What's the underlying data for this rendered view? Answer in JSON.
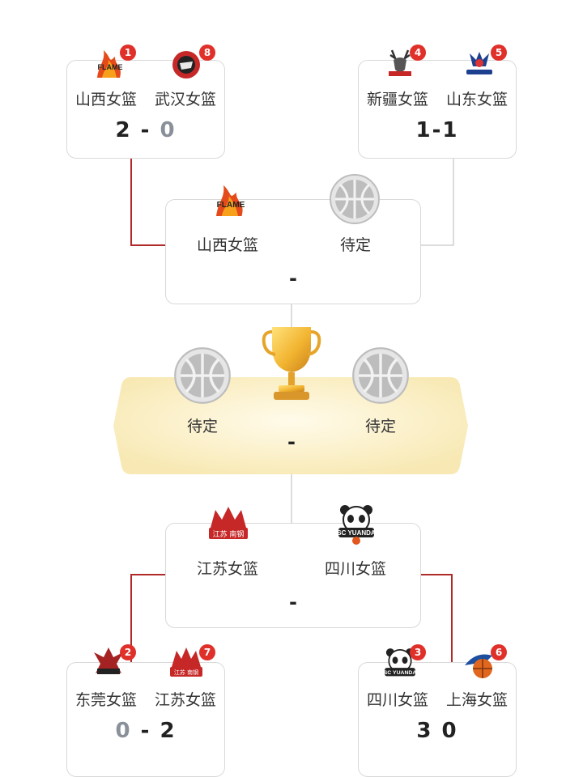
{
  "colors": {
    "accent_red": "#b02a2a",
    "badge_red": "#e0302a",
    "gold": "#f2b431",
    "banner": "#fbf0c8"
  },
  "top_left": {
    "team1": "山西女篮",
    "seed1": "1",
    "team2": "武汉女篮",
    "seed2": "8",
    "score1": "2",
    "sep": "-",
    "score2": "0"
  },
  "top_right": {
    "team1": "新疆女篮",
    "seed1": "4",
    "team2": "山东女篮",
    "seed2": "5",
    "score": "1-1"
  },
  "semi_top": {
    "team1": "山西女篮",
    "team2": "待定",
    "score": "-"
  },
  "final": {
    "team1": "待定",
    "team2": "待定",
    "score": "-"
  },
  "semi_bottom": {
    "team1": "江苏女篮",
    "team2": "四川女篮",
    "score": "-"
  },
  "bottom_left": {
    "team1": "东莞女篮",
    "seed1": "2",
    "team2": "江苏女篮",
    "seed2": "7",
    "score1": "0",
    "sep": "-",
    "score2": "2"
  },
  "bottom_right": {
    "team1": "四川女篮",
    "seed1": "3",
    "team2": "上海女篮",
    "seed2": "6",
    "score": "3 0"
  }
}
